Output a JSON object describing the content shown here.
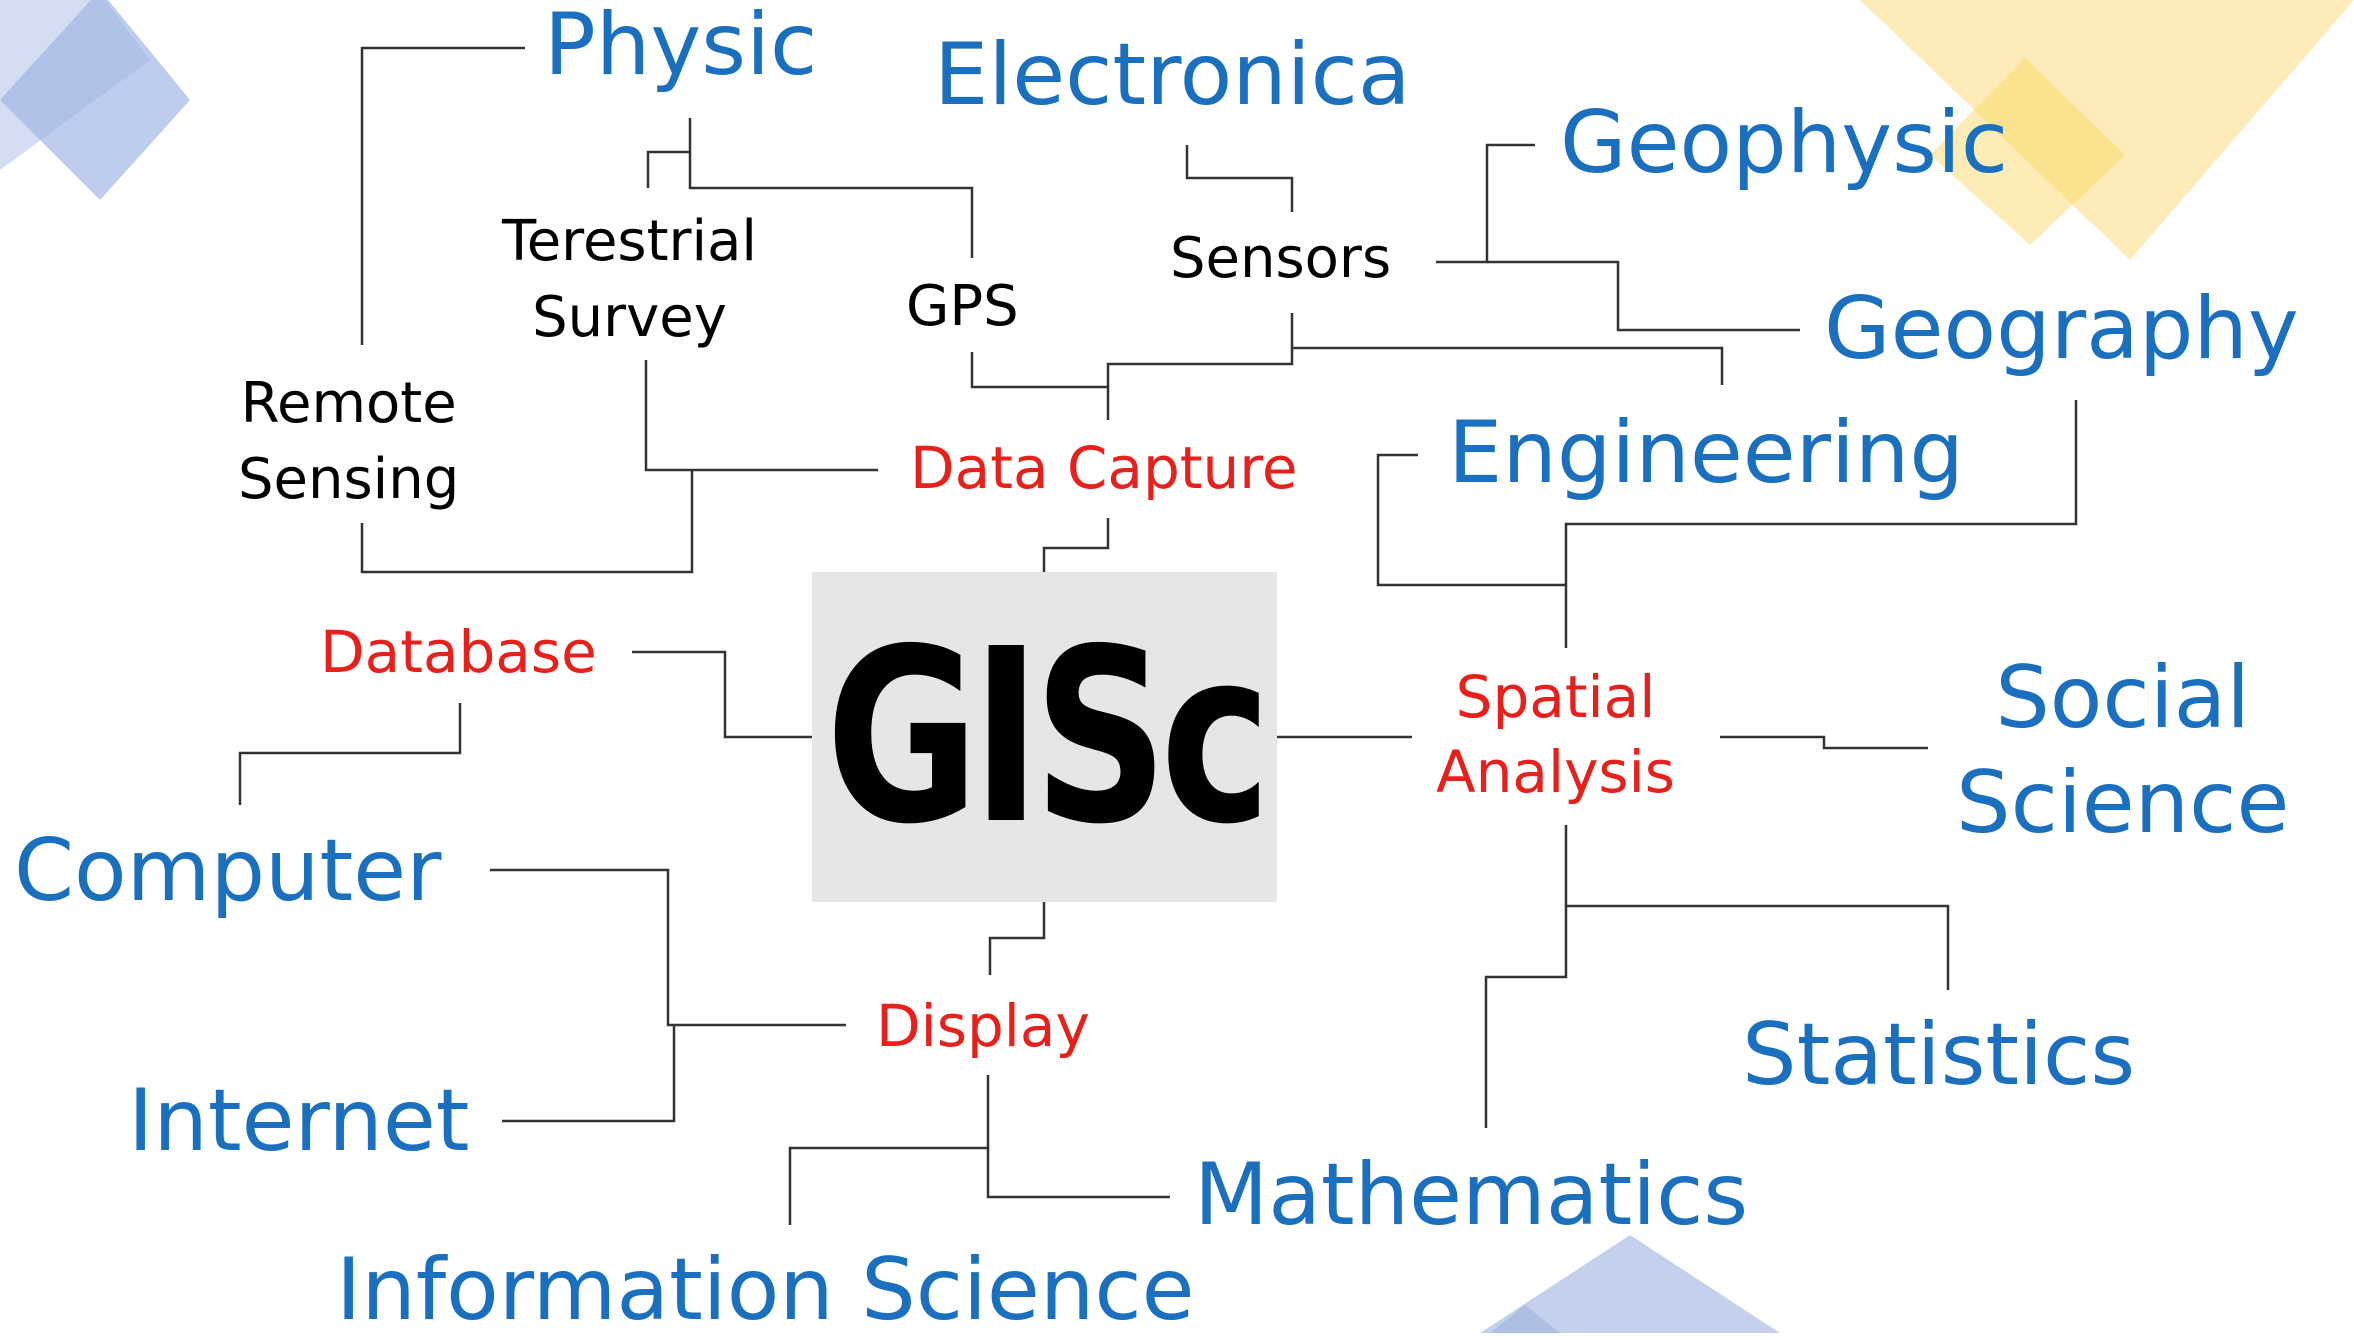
{
  "center": {
    "title": "GISc"
  },
  "components": {
    "data_capture": "Data Capture",
    "database": "Database",
    "spatial_analysis": "Spatial\nAnalysis",
    "display": "Display"
  },
  "techniques": {
    "remote_sensing": "Remote\nSensing",
    "terestrial_survey": "Terestrial\nSurvey",
    "gps": "GPS",
    "sensors": "Sensors"
  },
  "disciplines": {
    "physic": "Physic",
    "electronica": "Electronica",
    "geophysic": "Geophysic",
    "geography": "Geography",
    "engineering": "Engineering",
    "social_science": "Social\nScience",
    "statistics": "Statistics",
    "mathematics": "Mathematics",
    "information_science": "Information Science",
    "internet": "Internet",
    "computer": "Computer"
  },
  "colors": {
    "discipline": "#1a6fbf",
    "component": "#e8201c",
    "technique": "#000000",
    "connector": "#333333",
    "center_box": "#e6e6e6",
    "deco_blue": "#9fb3e0",
    "deco_yellow": "#fbe08a"
  }
}
